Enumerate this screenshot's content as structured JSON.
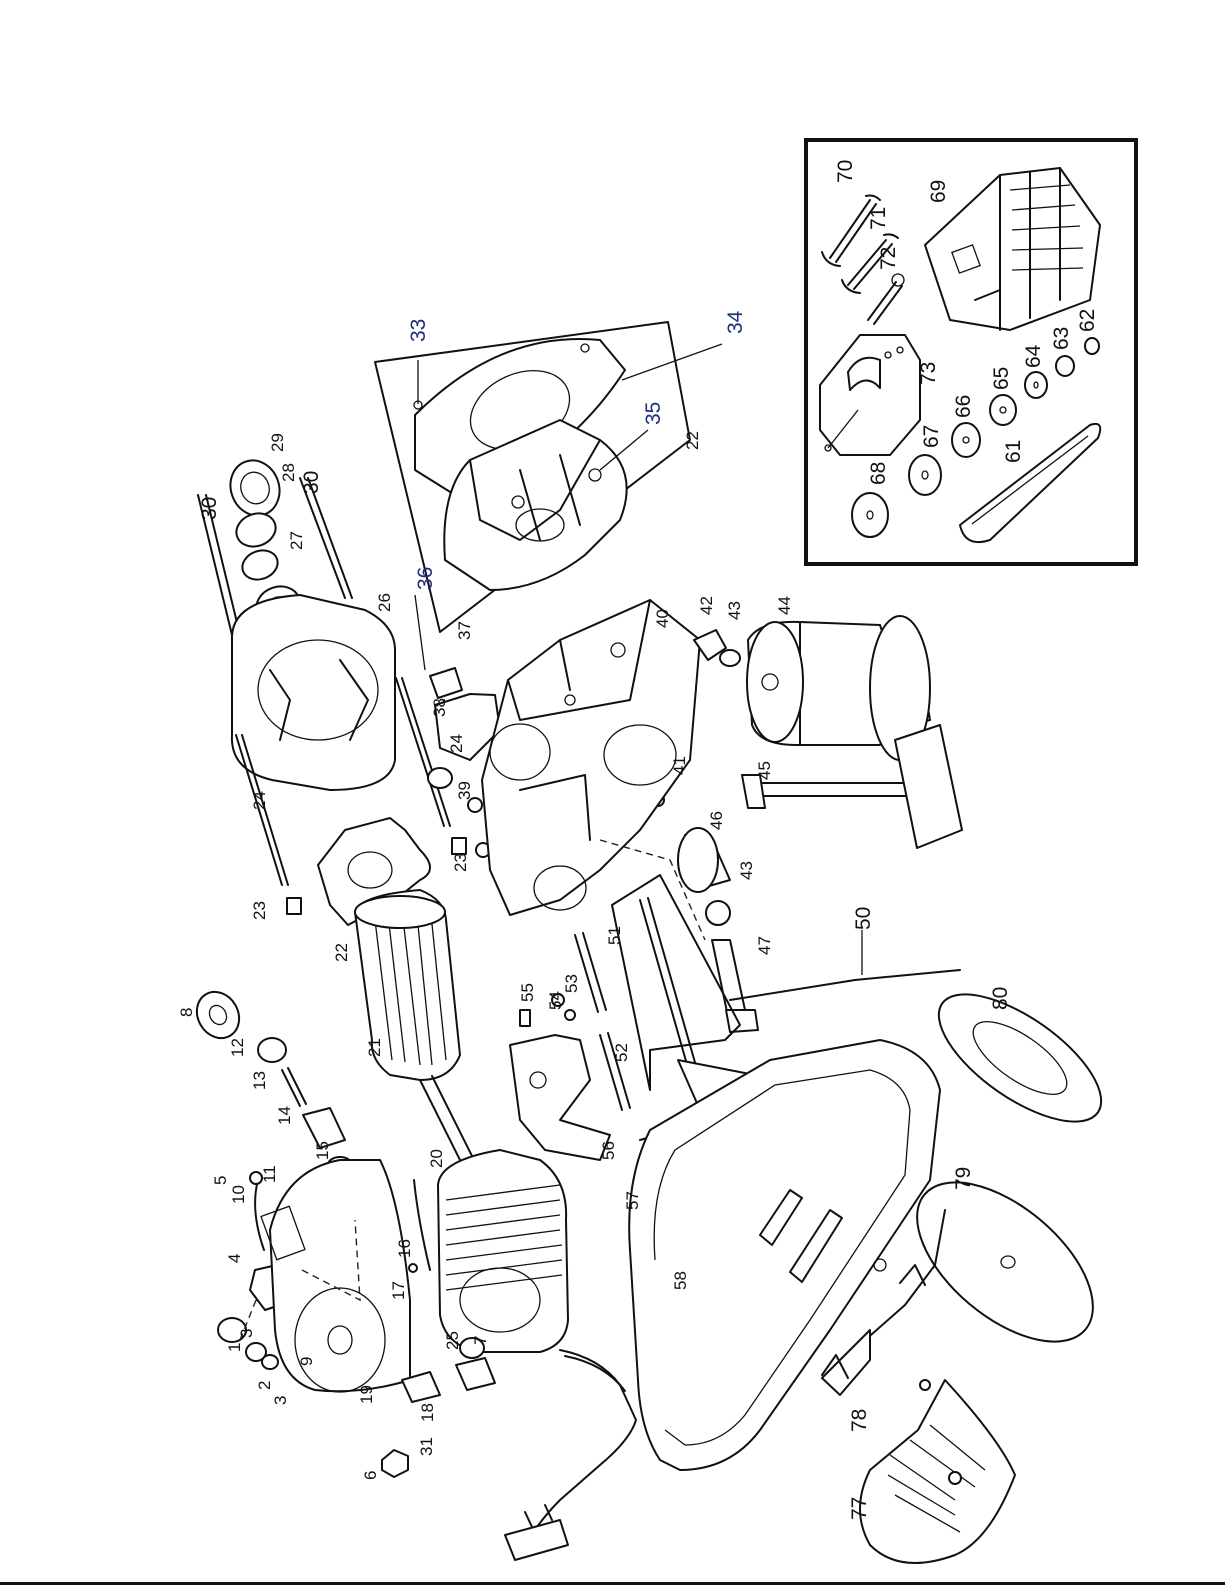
{
  "labels": {
    "p1": "1",
    "p2": "2",
    "p3": "3",
    "p3b": "3",
    "p4": "4",
    "p5": "5",
    "p6": "6",
    "p7": "7",
    "p8": "8",
    "p9": "9",
    "p10": "10",
    "p11": "11",
    "p12": "12",
    "p13": "13",
    "p14": "14",
    "p15": "15",
    "p16": "16",
    "p17": "17",
    "p18": "18",
    "p19": "19",
    "p20": "20",
    "p21": "21",
    "p22": "22",
    "p22b": "22",
    "p23": "23",
    "p23b": "23",
    "p24": "24",
    "p24b": "24",
    "p25": "25",
    "p26": "26",
    "p27": "27",
    "p28": "28",
    "p29": "29",
    "p30": "30",
    "p30b": "30",
    "p31": "31",
    "p33": "33",
    "p34": "34",
    "p35": "35",
    "p36": "36",
    "p37": "37",
    "p38": "38",
    "p39": "39",
    "p40": "40",
    "p41": "41",
    "p42": "42",
    "p43": "43",
    "p43b": "43",
    "p44": "44",
    "p45": "45",
    "p46": "46",
    "p47": "47",
    "p50": "50",
    "p51": "51",
    "p52": "52",
    "p53": "53",
    "p54": "54",
    "p55": "55",
    "p56": "56",
    "p57": "57",
    "p58": "58",
    "p61": "61",
    "p62": "62",
    "p63": "63",
    "p64": "64",
    "p65": "65",
    "p66": "66",
    "p67": "67",
    "p68": "68",
    "p69": "69",
    "p70": "70",
    "p71": "71",
    "p72": "72",
    "p73": "73",
    "p77": "77",
    "p78": "78",
    "p79": "79",
    "p80": "80"
  },
  "colors": {
    "line": "#111111",
    "highlight_label": "#1f2f7a",
    "background": "#ffffff"
  }
}
